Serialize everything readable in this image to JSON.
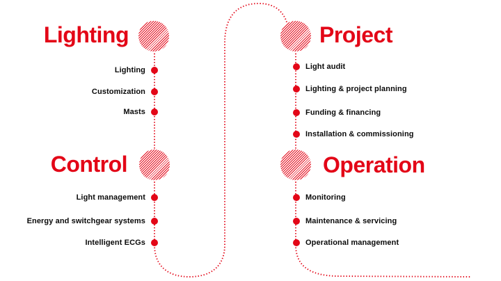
{
  "diagram": {
    "type": "process-loop",
    "accent_color": "#e30617",
    "text_color": "#0a0a0a",
    "sections": [
      {
        "id": "lighting",
        "title": "Lighting",
        "items": [
          "Lighting",
          "Customization",
          "Masts"
        ]
      },
      {
        "id": "project",
        "title": "Project",
        "items": [
          "Light audit",
          "Lighting & project planning",
          "Funding & financing",
          "Installation & commissioning"
        ]
      },
      {
        "id": "control",
        "title": "Control",
        "items": [
          "Light management",
          "Energy and switchgear systems",
          "Intelligent ECGs"
        ]
      },
      {
        "id": "operation",
        "title": "Operation",
        "items": [
          "Monitoring",
          "Maintenance & servicing",
          "Operational management"
        ]
      }
    ]
  }
}
